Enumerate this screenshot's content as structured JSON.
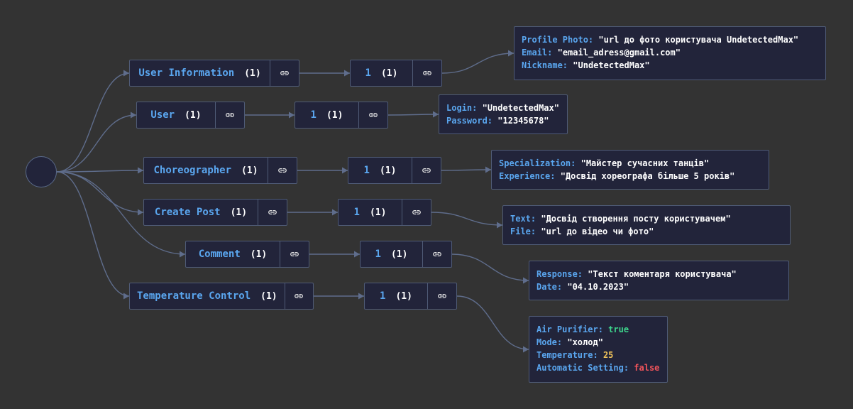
{
  "colors": {
    "background": "#333333",
    "node": "#22243a",
    "border": "#4f5b76",
    "key": "#5aa6ef",
    "value": "#ffffff",
    "true": "#3dd68c",
    "false": "#f2545b",
    "number": "#f0c35a",
    "edge": "#5f6d8c"
  },
  "icons": {
    "link": "link-icon"
  },
  "branches": [
    {
      "name": "User Information",
      "count": "(1)",
      "index": "1",
      "index_count": "(1)",
      "fields": [
        {
          "key": "Profile Photo:",
          "value": "\"url до фото користувача UndetectedMax\"",
          "type": "string"
        },
        {
          "key": "Email:",
          "value": "\"email_adress@gmail.com\"",
          "type": "string"
        },
        {
          "key": "Nickname:",
          "value": "\"UndetectedMax\"",
          "type": "string"
        }
      ]
    },
    {
      "name": "User",
      "count": "(1)",
      "index": "1",
      "index_count": "(1)",
      "fields": [
        {
          "key": "Login:",
          "value": "\"UndetectedMax\"",
          "type": "string"
        },
        {
          "key": "Password:",
          "value": "\"12345678\"",
          "type": "string"
        }
      ]
    },
    {
      "name": "Choreographer",
      "count": "(1)",
      "index": "1",
      "index_count": "(1)",
      "fields": [
        {
          "key": "Specialization:",
          "value": "\"Майстер сучасних танців\"",
          "type": "string"
        },
        {
          "key": "Experience:",
          "value": "\"Досвід хореографа більше 5 років\"",
          "type": "string"
        }
      ]
    },
    {
      "name": "Create Post",
      "count": "(1)",
      "index": "1",
      "index_count": "(1)",
      "fields": [
        {
          "key": "Text:",
          "value": "\"Досвід створення посту користувачем\"",
          "type": "string"
        },
        {
          "key": "File:",
          "value": "\"url до відео чи фото\"",
          "type": "string"
        }
      ]
    },
    {
      "name": "Comment",
      "count": "(1)",
      "index": "1",
      "index_count": "(1)",
      "fields": [
        {
          "key": "Response:",
          "value": "\"Текст коментаря користувача\"",
          "type": "string"
        },
        {
          "key": "Date:",
          "value": "\"04.10.2023\"",
          "type": "string"
        }
      ]
    },
    {
      "name": "Temperature Control",
      "count": "(1)",
      "index": "1",
      "index_count": "(1)",
      "fields": [
        {
          "key": "Air Purifier:",
          "value": "true",
          "type": "true"
        },
        {
          "key": "Mode:",
          "value": "\"холод\"",
          "type": "string"
        },
        {
          "key": "Temperature:",
          "value": "25",
          "type": "number"
        },
        {
          "key": "Automatic Setting:",
          "value": "false",
          "type": "false"
        }
      ]
    }
  ]
}
